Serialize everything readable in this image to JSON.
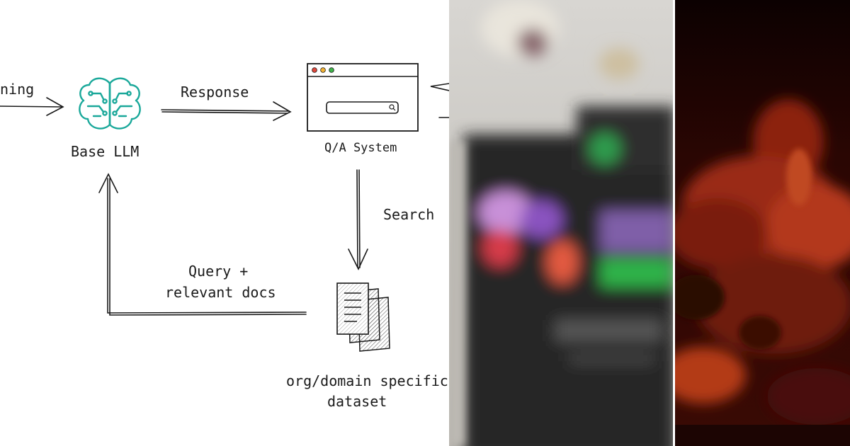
{
  "diagram": {
    "labels": {
      "prompt_partial": "ning",
      "response": "Response",
      "base_llm": "Base LLM",
      "qa_system": "Q/A System",
      "search": "Search",
      "query_line1": "Query +",
      "query_line2": "relevant docs",
      "dataset_line1": "org/domain specific",
      "dataset_line2": "dataset"
    },
    "icons": {
      "llm": "brain-circuit-icon",
      "qa": "browser-window-icon",
      "dataset": "documents-stack-icon"
    },
    "colors": {
      "ink": "#1a1a1a",
      "brain_teal": "#1aa89a",
      "window_dot_red": "#e0483c",
      "window_dot_yellow": "#f2b233",
      "window_dot_green": "#3fb34a"
    }
  },
  "photos": {
    "middle": "blurred-laptop-screen-photo",
    "right": "red-fire-smoke-clouds-photo"
  }
}
